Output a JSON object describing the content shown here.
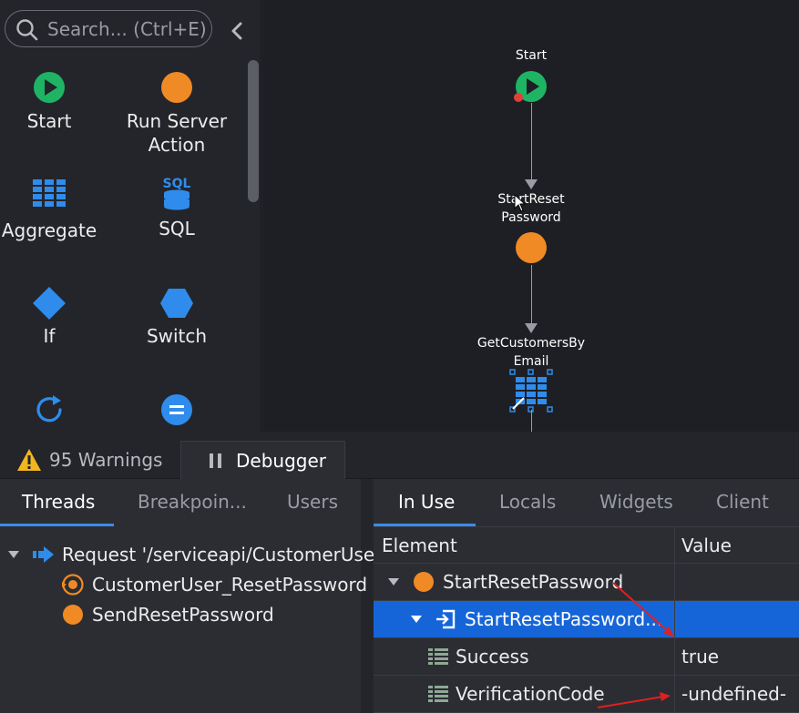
{
  "toolbox": {
    "search_placeholder": "Search... (Ctrl+E)",
    "tools": [
      {
        "label": "Start",
        "icon": "start-play-icon"
      },
      {
        "label": "Run Server Action",
        "icon": "orange-circle-icon"
      },
      {
        "label": "Aggregate",
        "icon": "aggregate-grid-icon"
      },
      {
        "label": "SQL",
        "icon": "sql-database-icon"
      },
      {
        "label": "If",
        "icon": "diamond-icon"
      },
      {
        "label": "Switch",
        "icon": "hexagon-icon"
      }
    ],
    "partial_tools": [
      "loop-icon",
      "assign-icon"
    ]
  },
  "canvas": {
    "nodes": [
      {
        "label": "Start",
        "icon": "start-play-icon"
      },
      {
        "label": "StartReset Password",
        "line1": "StartReset",
        "line2": "Password",
        "icon": "orange-circle-icon"
      },
      {
        "label": "GetCustomersBy Email",
        "line1": "GetCustomersBy",
        "line2": "Email",
        "icon": "aggregate-grid-icon"
      }
    ]
  },
  "dock": {
    "warnings_tab": "95 Warnings",
    "debugger_tab": "Debugger",
    "left_tabs": [
      "Threads",
      "Breakpoin...",
      "Users"
    ],
    "left_active": "Threads",
    "right_tabs": [
      "In Use",
      "Locals",
      "Widgets",
      "Client"
    ],
    "right_active": "In Use",
    "threads": [
      {
        "label": "Request '/serviceapi/CustomerUser",
        "icon": "request-arrow-icon"
      },
      {
        "label": "CustomerUser_ResetPassword",
        "icon": "server-action-icon"
      },
      {
        "label": "SendResetPassword",
        "icon": "orange-circle-icon"
      }
    ],
    "grid": {
      "col_element": "Element",
      "col_value": "Value",
      "rows": [
        {
          "element": "StartResetPassword",
          "value": ""
        },
        {
          "element": "StartResetPassword...",
          "value": ""
        },
        {
          "element": "Success",
          "value": "true"
        },
        {
          "element": "VerificationCode",
          "value": "-undefined-"
        }
      ]
    }
  },
  "colors": {
    "accent_blue": "#1565d8",
    "start_green": "#1fb464",
    "action_orange": "#f08a24",
    "tool_blue": "#2f8cec",
    "warning_yellow": "#f2b61f",
    "annotation_red": "#e0201f"
  }
}
